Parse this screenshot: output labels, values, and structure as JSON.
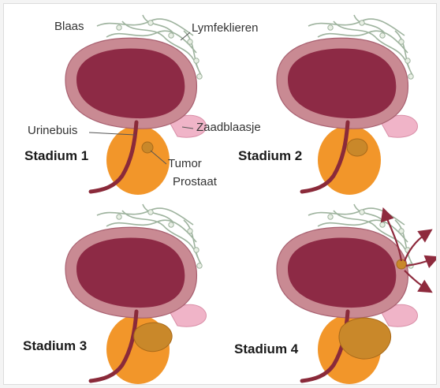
{
  "labels": {
    "bladder": "Blaas",
    "lymph_nodes": "Lymfeklieren",
    "urethra": "Urinebuis",
    "seminal_vesicle": "Zaadblaasje",
    "tumor": "Tumor",
    "prostate": "Prostaat"
  },
  "stages": [
    {
      "label": "Stadium 1"
    },
    {
      "label": "Stadium 2"
    },
    {
      "label": "Stadium 3"
    },
    {
      "label": "Stadium 4"
    }
  ],
  "colors": {
    "bladder_wall": "#c98a93",
    "bladder_inner": "#8d2a45",
    "prostate": "#f2962a",
    "tumor": "#c9882a",
    "seminal_vesicle": "#f0b4c8",
    "lymph_lines": "#9eb39e",
    "urethra": "#8a2a3a",
    "metastasis_arrow": "#8e2a3d"
  }
}
